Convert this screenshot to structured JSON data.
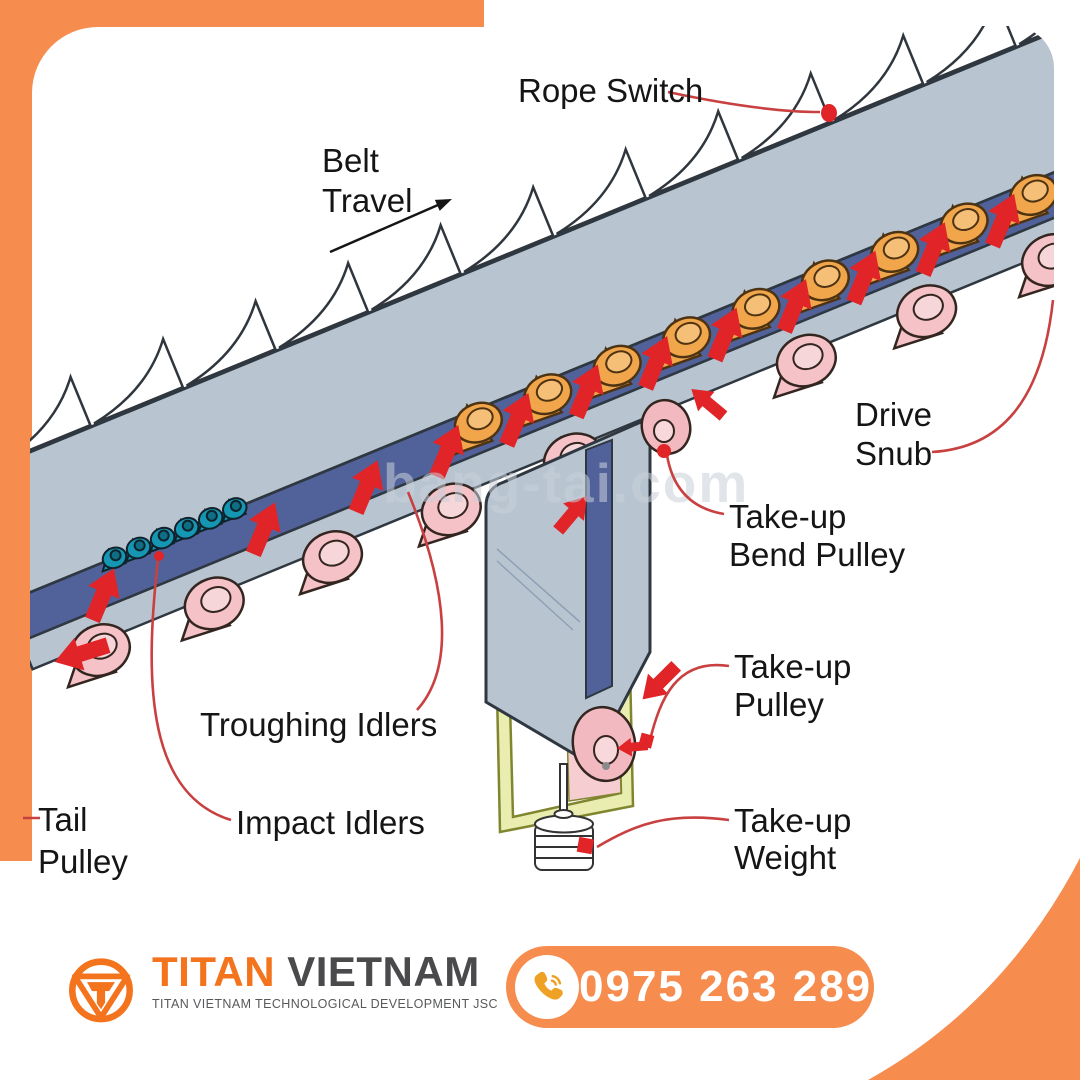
{
  "labels": {
    "rope_switch": "Rope Switch",
    "belt_travel": [
      "Belt",
      "Travel"
    ],
    "drive_snub": [
      "Drive",
      "Snub"
    ],
    "takeup_bend_pulley": [
      "Take-up",
      "Bend Pulley"
    ],
    "takeup_pulley": [
      "Take-up",
      "Pulley"
    ],
    "takeup_weight": [
      "Take-up",
      "Weight"
    ],
    "troughing_idlers": "Troughing Idlers",
    "impact_idlers": "Impact Idlers",
    "tail_pulley": [
      "Tail",
      "Pulley"
    ]
  },
  "watermark": "bang-tai.com",
  "footer": {
    "brand_primary": "TITAN",
    "brand_secondary": "VIETNAM",
    "brand_subtitle": "TITAN VIETNAM TECHNOLOGICAL DEVELOPMENT JSC",
    "phone": "0975 263 289"
  },
  "colors": {
    "frame_orange": "#F68C4E",
    "logo_orange": "#F4731D",
    "arrow_red": "#E02428",
    "leader_red": "#C84040",
    "belt_surface": "#B8C5D1",
    "belt_edge_blue": "#51629B",
    "troughing_idler_orange": "#F2A64B",
    "return_idler_pink": "#F4C2C7",
    "impact_idler_teal": "#1597B4",
    "takeup_frame_yellow": "#E9EDB0"
  }
}
